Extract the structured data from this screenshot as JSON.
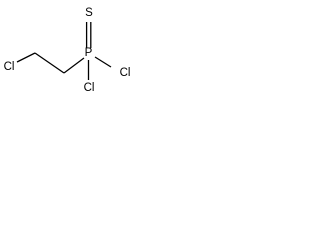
{
  "molecule": {
    "atoms": {
      "s": "S",
      "p": "P",
      "cl_left": "Cl",
      "cl_right": "Cl",
      "cl_bottom": "Cl"
    }
  }
}
